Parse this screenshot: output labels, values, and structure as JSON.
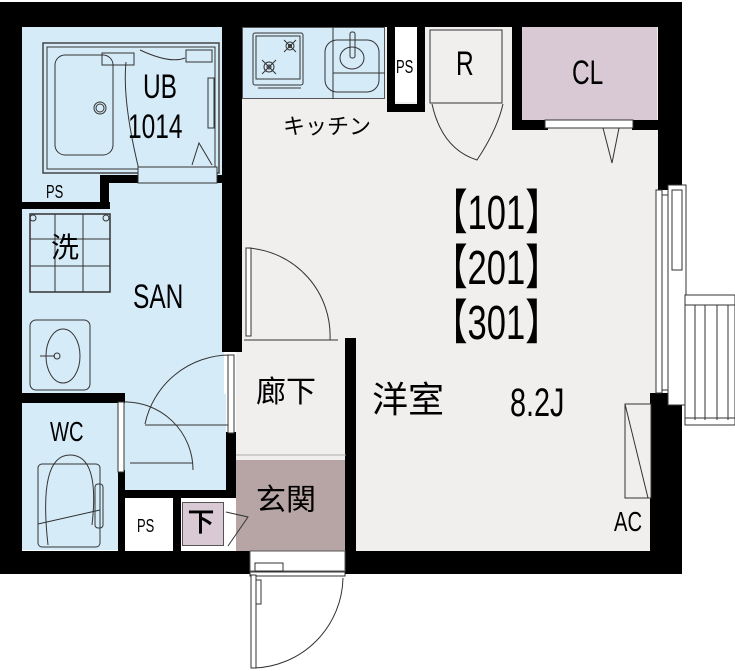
{
  "floor_plan": {
    "colors": {
      "wall": "#000000",
      "wet_area": "#d6ebf8",
      "main_floor": "#f1eeee",
      "closet": "#d9c9d4",
      "entrance": "#b7a5a5",
      "background": "#ffffff"
    },
    "rooms": {
      "bathroom": {
        "line1": "UB",
        "line2": "1014"
      },
      "ps_bath": "PS",
      "laundry": "洗",
      "sanitary": "SAN",
      "wc": "WC",
      "ps_bottom": "PS",
      "shoe_box": "下",
      "entrance": "玄関",
      "hallway": "廊下",
      "kitchen": "キッチン",
      "ps_kitchen": "PS",
      "refrigerator": "R",
      "closet": "CL",
      "units": [
        "【101】",
        "【201】",
        "【301】"
      ],
      "western_room_name": "洋室",
      "western_room_size": "8.2J",
      "air_conditioner": "AC"
    }
  }
}
